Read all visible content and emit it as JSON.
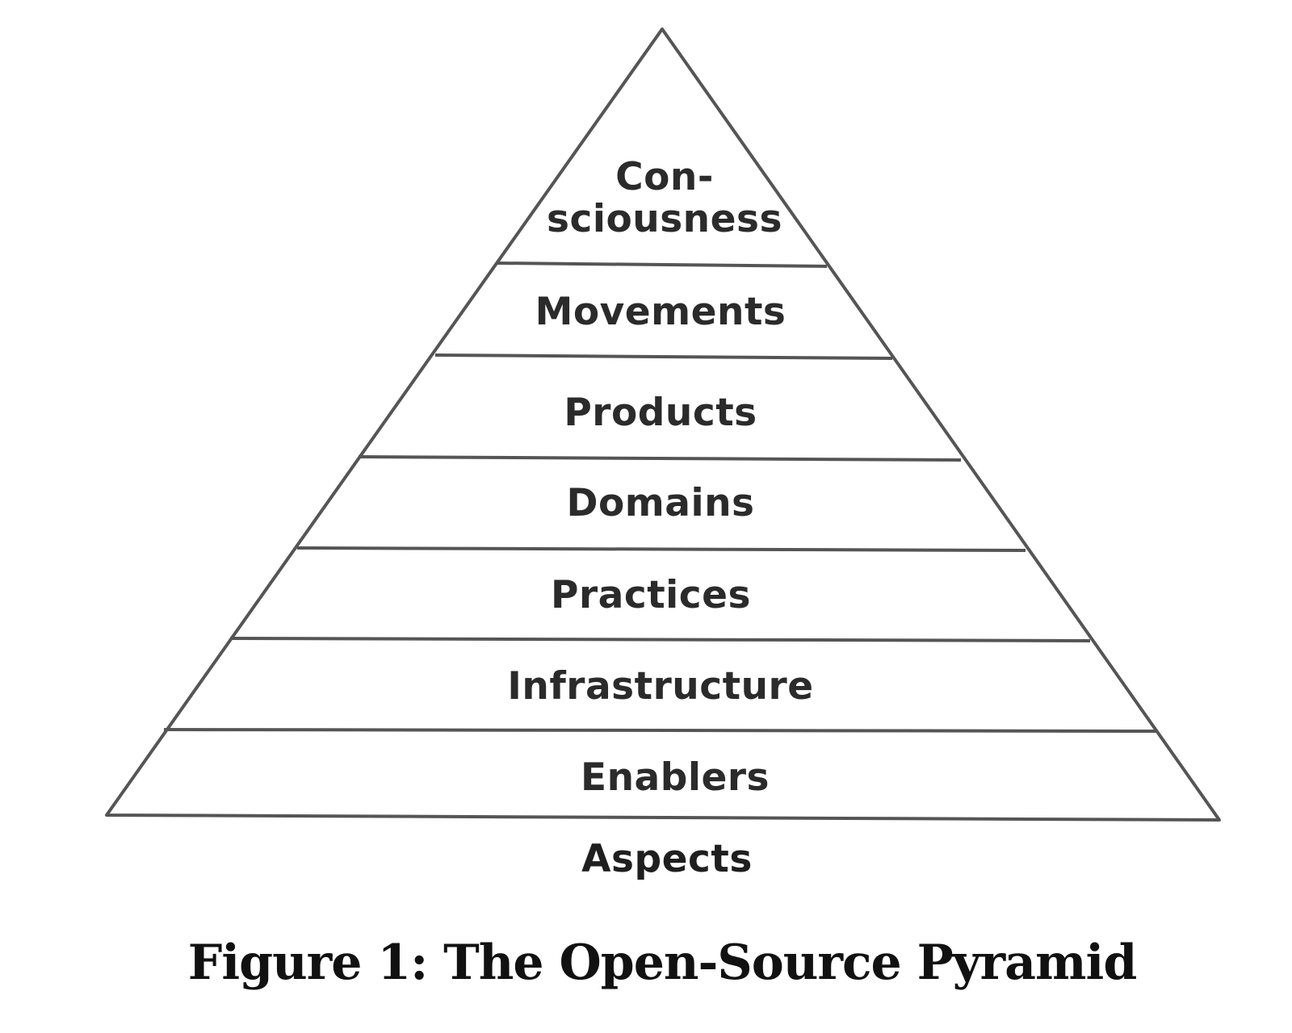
{
  "diagram": {
    "apex_lines": [
      "Con-",
      "sciousness"
    ],
    "tiers": [
      "Movements",
      "Products",
      "Domains",
      "Practices",
      "Infrastructure",
      "Enablers"
    ],
    "base_label": "Aspects",
    "caption": "Figure 1: The Open-Source Pyramid",
    "colors": {
      "outline": "#555555",
      "text": "#2b2b2b",
      "background": "#ffffff"
    }
  }
}
